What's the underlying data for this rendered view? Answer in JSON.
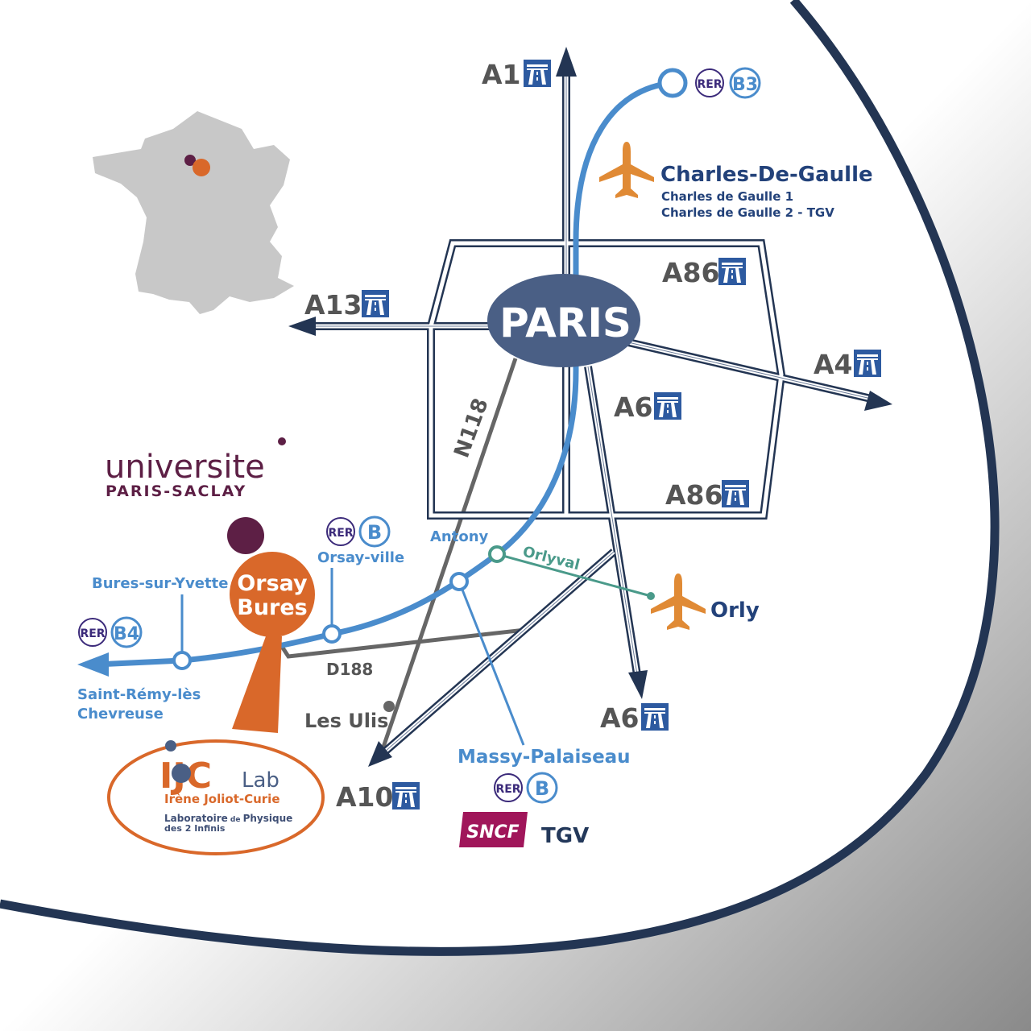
{
  "title_city": "PARIS",
  "colors": {
    "navy": "#233553",
    "rer": "#4a8ccc",
    "orange": "#d9682a",
    "purple": "#5d1f45",
    "orlyval": "#4a9a8a",
    "motorway": "#2d5aa0",
    "grey": "#666666"
  },
  "highways": {
    "a1": "A1",
    "a13": "A13",
    "a86_top": "A86",
    "a4": "A4",
    "a6_top": "A6",
    "a86_bottom": "A86",
    "a6_bottom": "A6",
    "a10": "A10",
    "n118": "N118",
    "d188": "D188"
  },
  "rer": {
    "label": "RER",
    "b3": "B3",
    "b": "B",
    "b4": "B4"
  },
  "airports": {
    "cdg": {
      "name": "Charles-De-Gaulle",
      "line1": "Charles de Gaulle 1",
      "line2_prefix": "Charles de Gaulle 2 - ",
      "line2_bold": "TGV"
    },
    "orly": {
      "name": "Orly"
    }
  },
  "stations": {
    "antony": "Antony",
    "orlyval": "Orlyval",
    "orsay_ville": "Orsay-ville",
    "bures": "Bures-sur-Yvette",
    "saint_remy_1": "Saint-Rémy-lès",
    "saint_remy_2": "Chevreuse",
    "massy": "Massy-Palaiseau",
    "les_ulis": "Les Ulis"
  },
  "orsay_bures": {
    "line1": "Orsay",
    "line2": "Bures"
  },
  "university": {
    "line1": "universite",
    "line2": "PARIS-SACLAY"
  },
  "ijclab": {
    "logo_ij": "IJC",
    "logo_lab": "Lab",
    "name": "Irène Joliot-Curie",
    "desc1_a": "Laboratoire",
    "desc1_b": " de ",
    "desc1_c": "Physique",
    "desc2": "des 2 Infinis"
  },
  "sncf": {
    "logo": "SNCF",
    "tgv": "TGV"
  },
  "icons": [
    "motorway-icon",
    "airplane-icon",
    "rer-badge",
    "france-map",
    "sncf-logo"
  ]
}
